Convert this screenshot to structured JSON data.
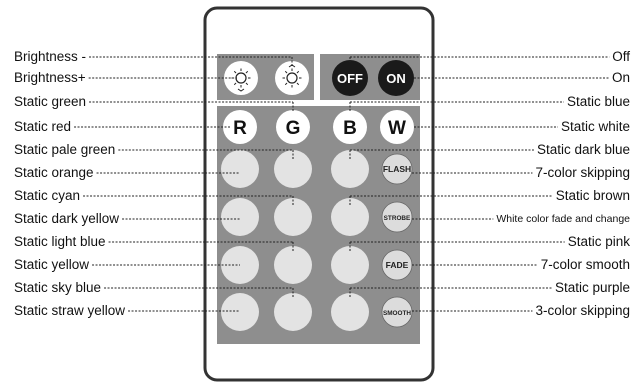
{
  "remote": {
    "top_left_buttons": [
      {
        "name": "brightness-minus-button",
        "icon": "sun-down-icon"
      },
      {
        "name": "brightness-plus-button",
        "icon": "sun-up-icon"
      }
    ],
    "top_right_buttons": [
      {
        "name": "off-button",
        "text": "OFF"
      },
      {
        "name": "on-button",
        "text": "ON"
      }
    ],
    "rgbw_buttons": [
      {
        "name": "r-button",
        "text": "R"
      },
      {
        "name": "g-button",
        "text": "G"
      },
      {
        "name": "b-button",
        "text": "B"
      },
      {
        "name": "w-button",
        "text": "W"
      }
    ],
    "mode_buttons": [
      {
        "name": "flash-button",
        "text": "FLASH"
      },
      {
        "name": "strobe-button",
        "text": "STROBE"
      },
      {
        "name": "fade-button",
        "text": "FADE"
      },
      {
        "name": "smooth-button",
        "text": "SMOOTH"
      }
    ],
    "colors": {
      "body_border": "#333333",
      "panel": "#8e8e8e",
      "dark_button": "#1a1a1a",
      "round_button": "#e3e3e3"
    }
  },
  "left_labels": [
    "Brightness -",
    "Brightness+",
    "Static green",
    "Static red",
    "Static pale green",
    "Static orange",
    "Static cyan",
    "Static dark yellow",
    "Static light blue",
    "Static yellow",
    "Static sky blue",
    "Static straw yellow"
  ],
  "right_labels": [
    "Off",
    "On",
    "Static blue",
    "Static white",
    "Static dark blue",
    "7-color skipping",
    "Static brown",
    "White color fade and change",
    "Static pink",
    "7-color smooth",
    "Static purple",
    "3-color skipping"
  ]
}
